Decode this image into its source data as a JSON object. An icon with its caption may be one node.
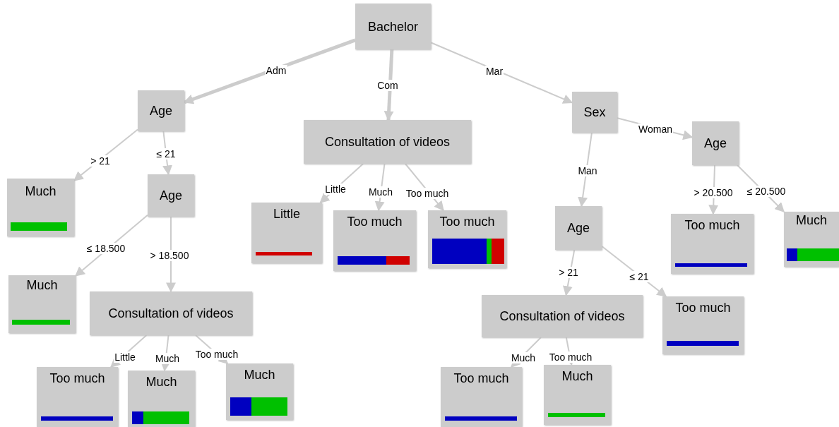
{
  "diagram": {
    "nodes": [
      {
        "text": [
          "Bachelor"
        ]
      },
      {
        "text": [
          "Age"
        ]
      },
      {
        "text": [
          "Consultation of videos"
        ]
      },
      {
        "text": [
          "Sex"
        ]
      },
      {
        "text": [
          "Age"
        ]
      },
      {
        "text": [
          "Much"
        ]
      },
      {
        "text": [
          "Age"
        ]
      },
      {
        "text": [
          "Little"
        ]
      },
      {
        "text": [
          "Too much"
        ]
      },
      {
        "text": [
          "Too much"
        ]
      },
      {
        "text": [
          "Age"
        ]
      },
      {
        "text": [
          "Too much"
        ]
      },
      {
        "text": [
          "Much"
        ]
      },
      {
        "text": [
          "Much"
        ]
      },
      {
        "text": [
          "Consultation of videos"
        ]
      },
      {
        "text": [
          "Too much"
        ]
      },
      {
        "text": [
          "Consultation of videos"
        ]
      },
      {
        "text": [
          "Too much"
        ]
      },
      {
        "text": [
          "Much"
        ]
      },
      {
        "text": [
          "Much"
        ]
      },
      {
        "text": [
          "Too much"
        ]
      },
      {
        "text": [
          "Much"
        ]
      }
    ],
    "edges": [
      {
        "from": 0,
        "to": 1,
        "arrow": "to",
        "label": "Adm",
        "style": "thick"
      },
      {
        "from": 0,
        "to": 2,
        "arrow": "to",
        "label": "Com",
        "style": "thick"
      },
      {
        "from": 0,
        "to": 3,
        "arrow": "to",
        "label": "Mar"
      },
      {
        "from": 1,
        "to": 5,
        "arrow": "to",
        "label": "> 21"
      },
      {
        "from": 1,
        "to": 6,
        "arrow": "to",
        "label": "≤ 21"
      },
      {
        "from": 6,
        "to": 13,
        "arrow": "to",
        "label": "≤ 18.500"
      },
      {
        "from": 6,
        "to": 14,
        "arrow": "to",
        "label": "> 18.500"
      },
      {
        "from": 14,
        "to": 17,
        "arrow": "to",
        "label": "Little"
      },
      {
        "from": 14,
        "to": 18,
        "arrow": "to",
        "label": "Much"
      },
      {
        "from": 14,
        "to": 19,
        "arrow": "to",
        "label": "Too much"
      },
      {
        "from": 2,
        "to": 7,
        "arrow": "to",
        "label": "Little"
      },
      {
        "from": 2,
        "to": 8,
        "arrow": "to",
        "label": "Much"
      },
      {
        "from": 2,
        "to": 9,
        "arrow": "to",
        "label": "Too much"
      },
      {
        "from": 3,
        "to": 10,
        "arrow": "to",
        "label": "Man"
      },
      {
        "from": 3,
        "to": 4,
        "arrow": "to",
        "label": "Woman"
      },
      {
        "from": 4,
        "to": 11,
        "arrow": "to",
        "label": "> 20.500"
      },
      {
        "from": 4,
        "to": 12,
        "arrow": "to",
        "label": "≤ 20.500"
      },
      {
        "from": 10,
        "to": 16,
        "arrow": "to",
        "label": "> 21"
      },
      {
        "from": 10,
        "to": 15,
        "arrow": "to",
        "label": "≤ 21"
      },
      {
        "from": 16,
        "to": 20,
        "arrow": "to",
        "label": "Much"
      },
      {
        "from": 16,
        "to": 21,
        "arrow": "to",
        "label": "Too much"
      }
    ]
  }
}
